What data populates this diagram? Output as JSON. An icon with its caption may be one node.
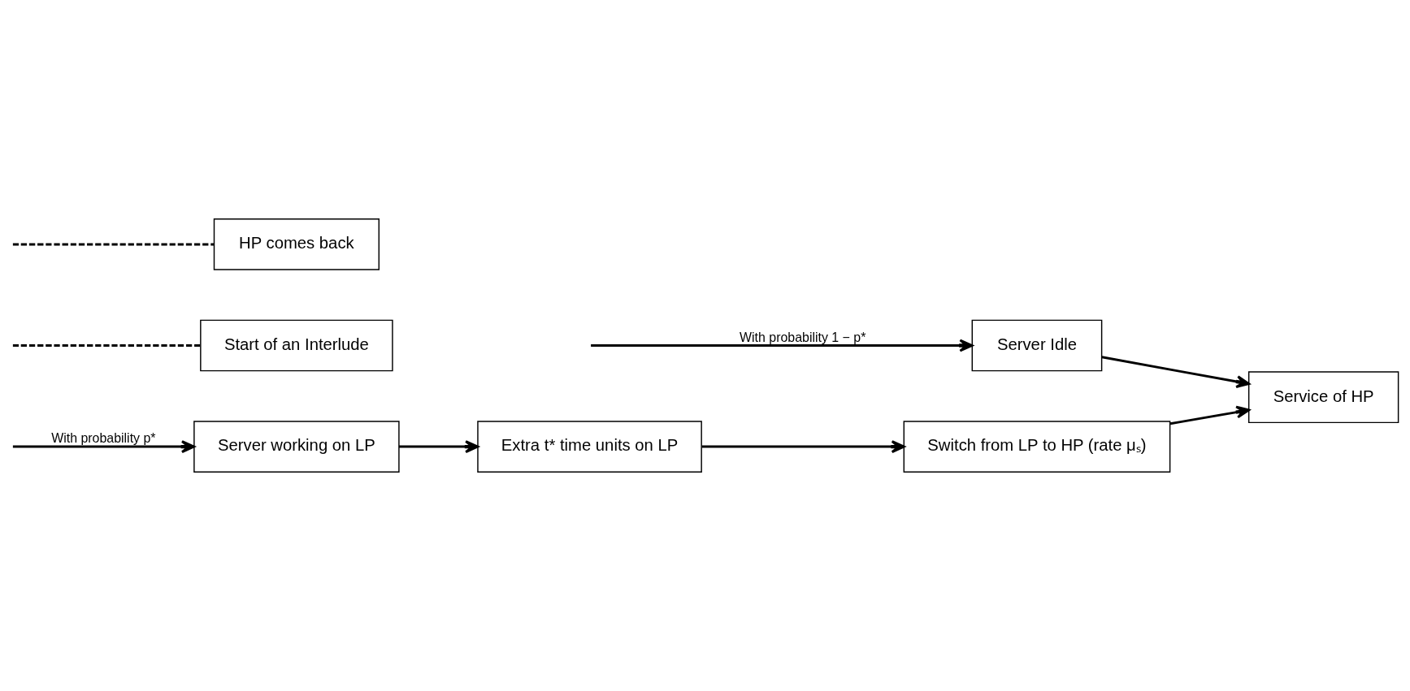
{
  "diagram": {
    "nodes": [
      {
        "text": [
          "Server working on LP"
        ]
      },
      {
        "text": [
          "Extra t* time units on LP"
        ]
      },
      {
        "text": [
          "Switch from LP to HP (rate μₛ)"
        ]
      },
      {
        "text": [
          "Server Idle"
        ]
      },
      {
        "text": [
          "Service of HP"
        ]
      },
      {
        "text": [
          "Start of an Interlude"
        ]
      },
      {
        "text": [
          "HP comes back"
        ]
      }
    ],
    "edges": [
      {
        "from": null,
        "to": 0,
        "arrow": "to",
        "label": "With probability p*"
      },
      {
        "from": null,
        "to": 3,
        "arrow": "to",
        "label": "With probability 1 − p*"
      },
      {
        "from": 0,
        "to": 1,
        "arrow": "to"
      },
      {
        "from": 1,
        "to": 2,
        "arrow": "to"
      },
      {
        "from": 2,
        "to": 4,
        "arrow": "to"
      },
      {
        "from": 3,
        "to": 4,
        "arrow": "to"
      },
      {
        "from": null,
        "to": 5,
        "arrow": "none",
        "style": "dashed"
      },
      {
        "from": null,
        "to": 6,
        "arrow": "none",
        "style": "dashed"
      }
    ]
  }
}
